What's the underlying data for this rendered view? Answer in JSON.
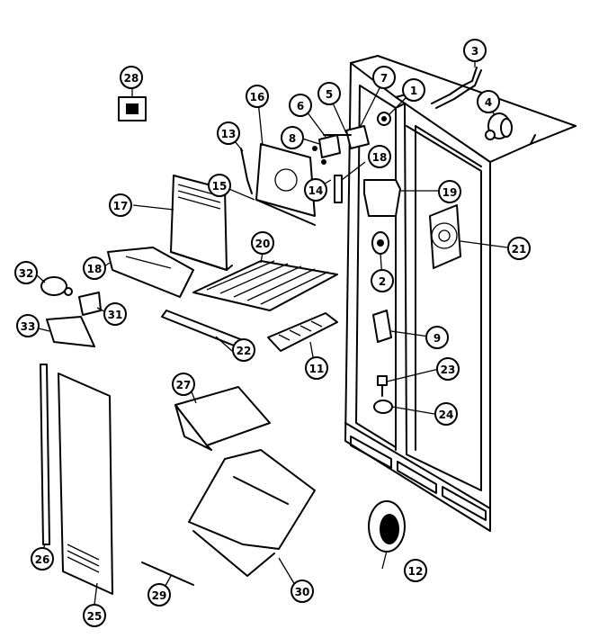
{
  "parts": [
    {
      "id": "p1",
      "number": "1"
    },
    {
      "id": "p2",
      "number": "2"
    },
    {
      "id": "p3",
      "number": "3"
    },
    {
      "id": "p4",
      "number": "4"
    },
    {
      "id": "p5",
      "number": "5"
    },
    {
      "id": "p6",
      "number": "6"
    },
    {
      "id": "p7",
      "number": "7"
    },
    {
      "id": "p8",
      "number": "8"
    },
    {
      "id": "p9",
      "number": "9"
    },
    {
      "id": "p11",
      "number": "11"
    },
    {
      "id": "p12",
      "number": "12"
    },
    {
      "id": "p13",
      "number": "13"
    },
    {
      "id": "p14",
      "number": "14"
    },
    {
      "id": "p15",
      "number": "15"
    },
    {
      "id": "p16",
      "number": "16"
    },
    {
      "id": "p17",
      "number": "17"
    },
    {
      "id": "p18a",
      "number": "18"
    },
    {
      "id": "p18b",
      "number": "18"
    },
    {
      "id": "p19",
      "number": "19"
    },
    {
      "id": "p20",
      "number": "20"
    },
    {
      "id": "p21",
      "number": "21"
    },
    {
      "id": "p22",
      "number": "22"
    },
    {
      "id": "p23",
      "number": "23"
    },
    {
      "id": "p24",
      "number": "24"
    },
    {
      "id": "p25",
      "number": "25"
    },
    {
      "id": "p26",
      "number": "26"
    },
    {
      "id": "p27",
      "number": "27"
    },
    {
      "id": "p28",
      "number": "28"
    },
    {
      "id": "p29",
      "number": "29"
    },
    {
      "id": "p30",
      "number": "30"
    },
    {
      "id": "p31",
      "number": "31"
    },
    {
      "id": "p32",
      "number": "32"
    },
    {
      "id": "p33",
      "number": "33"
    }
  ]
}
